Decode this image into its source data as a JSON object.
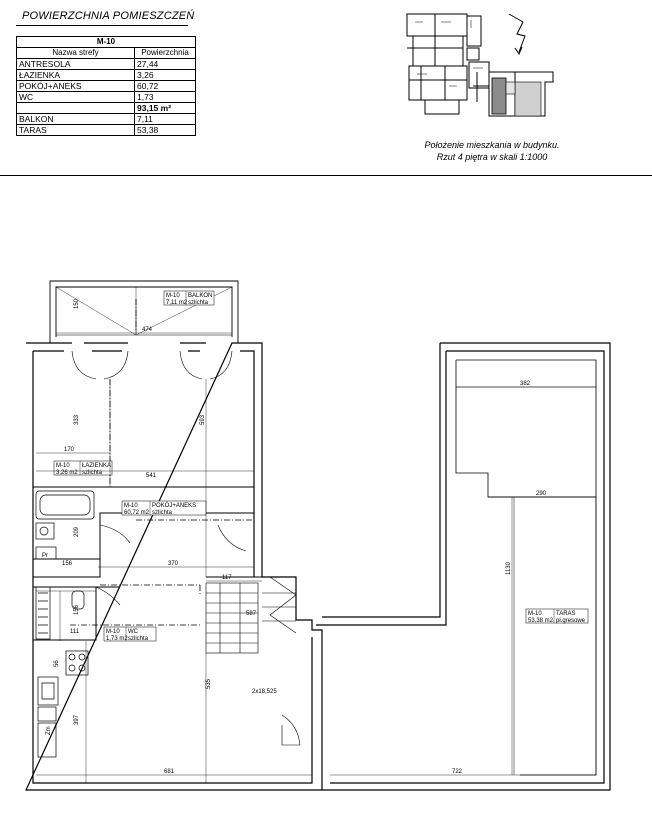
{
  "header": {
    "title": "POWIERZCHNIA POMIESZCZEŃ"
  },
  "area_table": {
    "unit": "M-10",
    "col_name": "Nazwa strefy",
    "col_area": "Powierzchnia",
    "rows": [
      {
        "name": "ANTRESOLA",
        "area": "27,44"
      },
      {
        "name": "ŁAZIENKA",
        "area": "3,26"
      },
      {
        "name": "POKÓJ+ANEKS",
        "area": "60,72"
      },
      {
        "name": "WC",
        "area": "1,73"
      }
    ],
    "total": "93,15 m²",
    "extra_rows": [
      {
        "name": "BALKON",
        "area": "7,11"
      },
      {
        "name": "TARAS",
        "area": "53,38"
      }
    ]
  },
  "location": {
    "line1": "Położenie mieszkania w budynku.",
    "line2": "Rzut 4 piętra w skali 1:1000"
  },
  "plan": {
    "dimensions": {
      "d150": "150",
      "d474": "474",
      "d333": "333",
      "d593": "593",
      "d170": "170",
      "d541": "541",
      "d209": "209",
      "d156a": "156",
      "d370": "370",
      "d117": "117",
      "d156b": "156",
      "d111": "111",
      "d587": "587",
      "d535": "535",
      "d397": "397",
      "d681": "681",
      "d722": "722",
      "d382": "382",
      "d290": "290",
      "d1130": "1130",
      "d56": "56",
      "stair": "2x18,525"
    },
    "labels": {
      "balkon": {
        "code": "M-10",
        "name": "BALKON",
        "area": "7,11 m2",
        "floor": "szlichta"
      },
      "lazienka": {
        "code": "M-10",
        "name": "ŁAZIENKA",
        "area": "3,26 m2",
        "floor": "szlichta"
      },
      "pokoj": {
        "code": "M-10",
        "name": "POKÓJ+ANEKS",
        "area": "60,72 m2",
        "floor": "szlichta"
      },
      "wc": {
        "code": "M-10",
        "name": "WC",
        "area": "1,73 m2",
        "floor": "szlichta"
      },
      "taras": {
        "code": "M-10",
        "name": "TARAS",
        "area": "53,38 m2",
        "floor": "pł.gresowe"
      }
    },
    "fixtures": {
      "pr": "Pr",
      "zm": "Zm"
    }
  }
}
